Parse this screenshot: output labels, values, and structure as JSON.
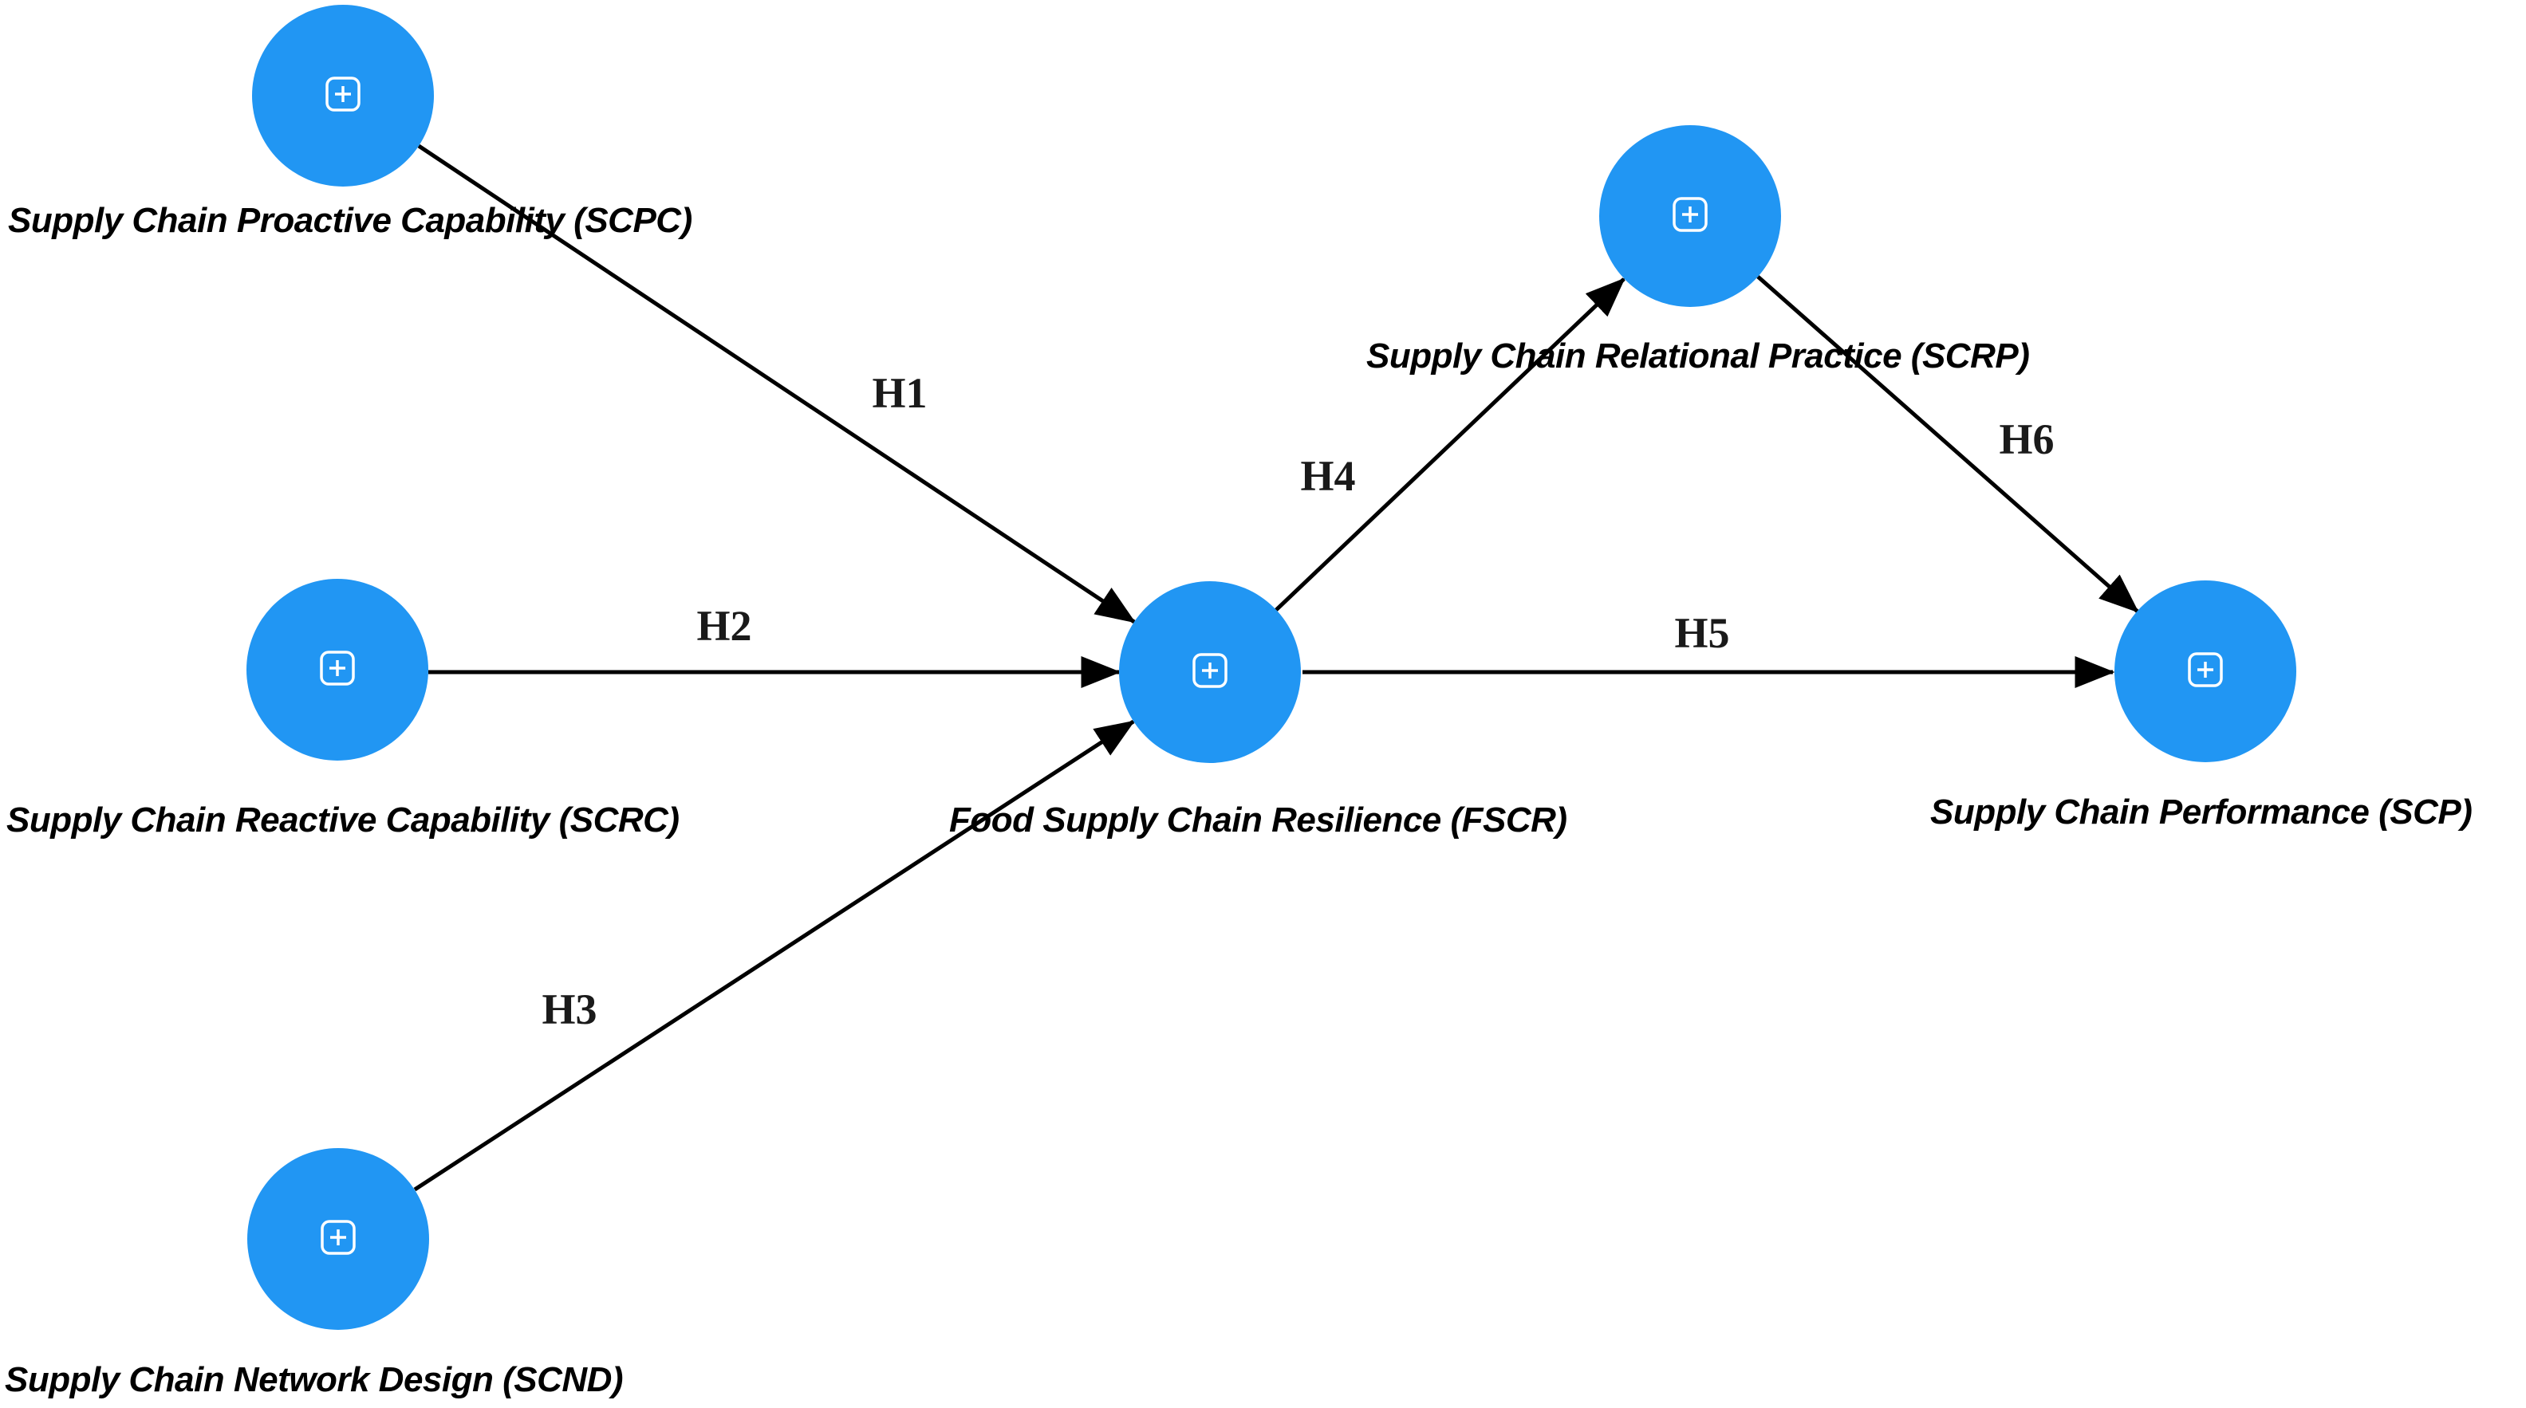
{
  "diagram": {
    "type": "structural-equation-model",
    "colors": {
      "node_fill": "#2196F3",
      "node_icon": "#FFFFFF",
      "arrow": "#000000",
      "label_text": "#000000",
      "background": "#FFFFFF"
    },
    "node_icon": "plus-square-icon",
    "nodes": [
      {
        "id": "SCPC",
        "label": "Supply Chain Proactive Capability (SCPC)"
      },
      {
        "id": "SCRC",
        "label": "Supply Chain Reactive Capability (SCRC)"
      },
      {
        "id": "SCND",
        "label": "Supply Chain Network Design (SCND)"
      },
      {
        "id": "FSCR",
        "label": "Food Supply Chain Resilience (FSCR)"
      },
      {
        "id": "SCRP",
        "label": "Supply Chain Relational Practice (SCRP)"
      },
      {
        "id": "SCP",
        "label": "Supply Chain Performance (SCP)"
      }
    ],
    "paths": [
      {
        "id": "H1",
        "label": "H1",
        "from": "SCPC",
        "to": "FSCR"
      },
      {
        "id": "H2",
        "label": "H2",
        "from": "SCRC",
        "to": "FSCR"
      },
      {
        "id": "H3",
        "label": "H3",
        "from": "SCND",
        "to": "FSCR"
      },
      {
        "id": "H4",
        "label": "H4",
        "from": "FSCR",
        "to": "SCRP"
      },
      {
        "id": "H5",
        "label": "H5",
        "from": "FSCR",
        "to": "SCP"
      },
      {
        "id": "H6",
        "label": "H6",
        "from": "SCRP",
        "to": "SCP"
      }
    ]
  }
}
